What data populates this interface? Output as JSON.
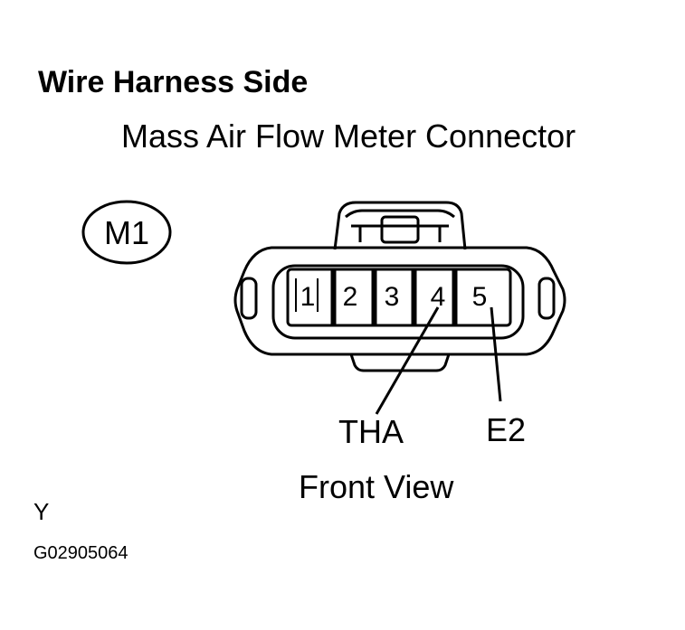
{
  "heading": "Wire Harness Side",
  "connector_name": "Mass Air Flow Meter Connector",
  "connector_code": "M1",
  "pins": [
    "1",
    "2",
    "3",
    "4",
    "5"
  ],
  "terminals": [
    {
      "pin": "4",
      "label": "THA"
    },
    {
      "pin": "5",
      "label": "E2"
    }
  ],
  "view_label": "Front View",
  "footnote_letter": "Y",
  "figure_code": "G02905064"
}
